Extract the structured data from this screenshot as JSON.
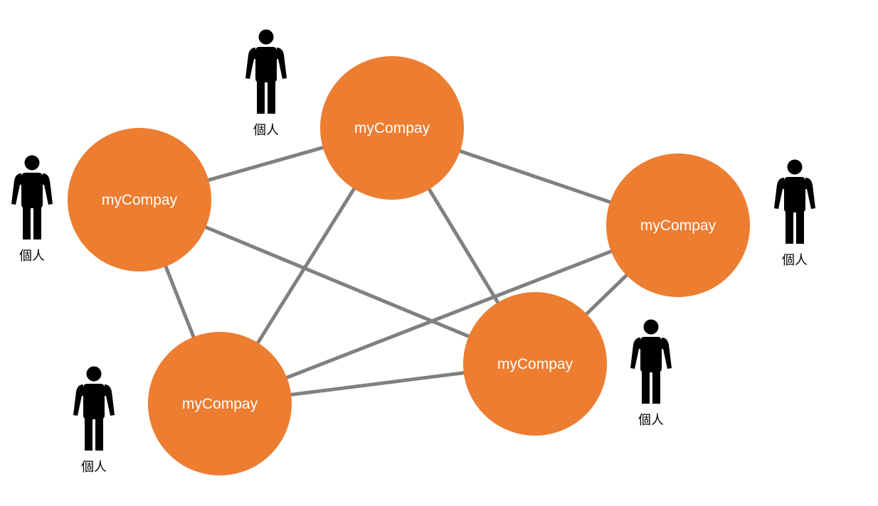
{
  "colors": {
    "node_fill": "#ED7D31",
    "edge": "#808080",
    "person": "#000000",
    "background": "#FFFFFF"
  },
  "nodes": [
    {
      "id": "top",
      "label": "myCompay"
    },
    {
      "id": "left",
      "label": "myCompay"
    },
    {
      "id": "right",
      "label": "myCompay"
    },
    {
      "id": "bottom-left",
      "label": "myCompay"
    },
    {
      "id": "bottom-right",
      "label": "myCompay"
    }
  ],
  "edges": [
    {
      "from": "left",
      "to": "top"
    },
    {
      "from": "top",
      "to": "right"
    },
    {
      "from": "top",
      "to": "bottom-left"
    },
    {
      "from": "top",
      "to": "bottom-right"
    },
    {
      "from": "left",
      "to": "bottom-left"
    },
    {
      "from": "left",
      "to": "bottom-right"
    },
    {
      "from": "right",
      "to": "bottom-left"
    },
    {
      "from": "right",
      "to": "bottom-right"
    },
    {
      "from": "bottom-left",
      "to": "bottom-right"
    }
  ],
  "people": [
    {
      "id": "near-top",
      "label": "個人",
      "icon": "person-icon"
    },
    {
      "id": "near-left",
      "label": "個人",
      "icon": "person-icon"
    },
    {
      "id": "near-right",
      "label": "個人",
      "icon": "person-icon"
    },
    {
      "id": "near-bottom-right",
      "label": "個人",
      "icon": "person-icon"
    },
    {
      "id": "near-bottom-left",
      "label": "個人",
      "icon": "person-icon"
    }
  ]
}
